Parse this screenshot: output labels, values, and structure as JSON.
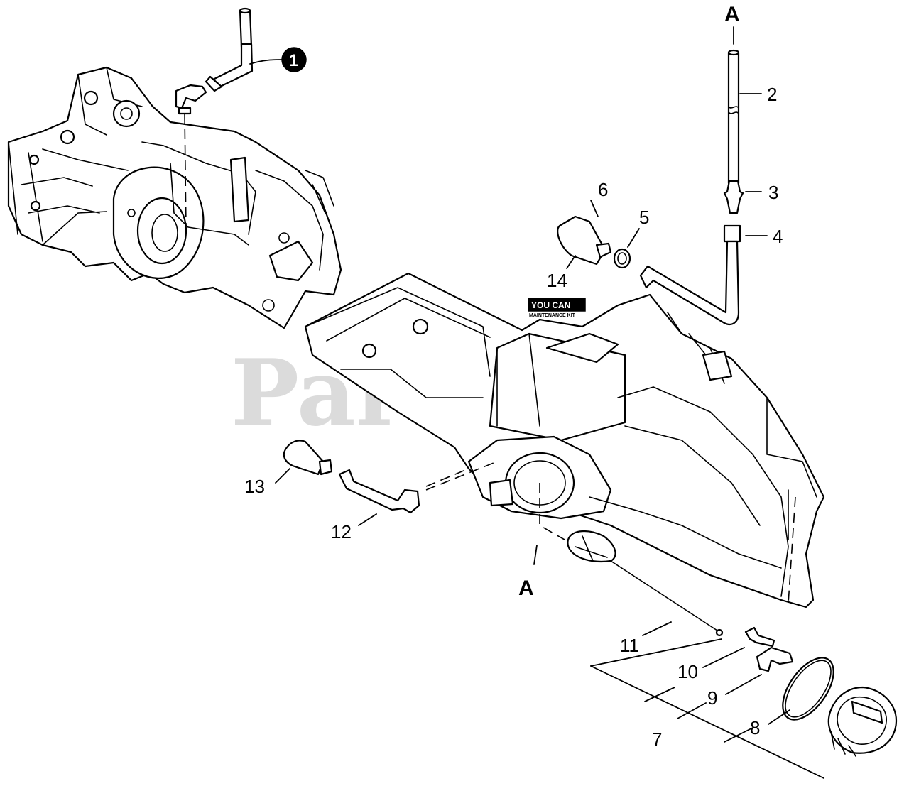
{
  "watermark": "PartsTree",
  "logo": {
    "top": "YOU CAN",
    "bottom": "MAINTENANCE KIT"
  },
  "badge": {
    "label": "1"
  },
  "callouts": {
    "p2": "2",
    "p3": "3",
    "p4": "4",
    "p5": "5",
    "p6": "6",
    "p7": "7",
    "p8": "8",
    "p9": "9",
    "p10": "10",
    "p11": "11",
    "p12": "12",
    "p13": "13",
    "p14": "14"
  },
  "connectors": {
    "top": "A",
    "bottom": "A"
  }
}
